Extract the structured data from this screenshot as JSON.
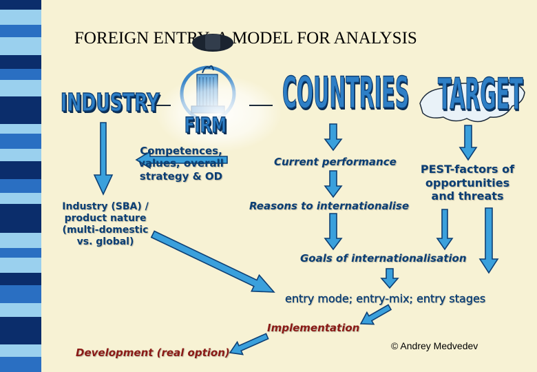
{
  "title": "FOREIGN ENTRY: A MODEL FOR ANALYSIS",
  "headings": {
    "industry": "INDUSTRY",
    "firm": "FIRM",
    "countries": "COUNTRIES",
    "target": "TARGET"
  },
  "nodes": {
    "competences": "Competences, values, overall strategy & OD",
    "industry_sba": "Industry (SBA) / product nature (multi-domestic vs. global)",
    "current_performance": "Current performance",
    "reasons": "Reasons to internationalise",
    "pest": "PEST-factors of opportunities and threats",
    "goals": "Goals of internationalisation",
    "entry_mode": "entry mode; entry-mix; entry stages",
    "implementation": "Implementation",
    "development": "Development (real option)"
  },
  "credit": "© Andrey Medvedev",
  "colors": {
    "background": "#f7f2d4",
    "heading_fill": "#2e7fc6",
    "heading_outline": "#0d3f74",
    "node_text": "#0b3e74",
    "arrow_fill": "#3aa0dc",
    "arrow_outline": "#0d3f74",
    "stripe_dark": "#0b2d6b",
    "stripe_mid": "#2a6fc2",
    "stripe_light": "#9ad0ee"
  }
}
